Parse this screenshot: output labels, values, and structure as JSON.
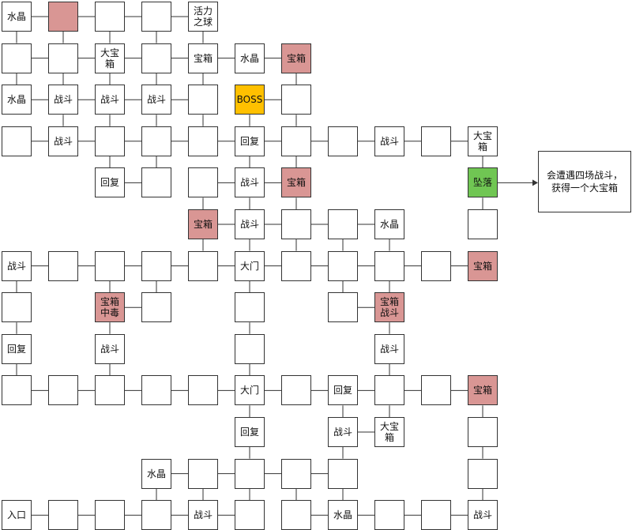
{
  "colors": {
    "chest": "#d99694",
    "boss": "#ffc000",
    "drop": "#70c653",
    "plain": "#ffffff",
    "border": "#333333"
  },
  "note": {
    "label": "会遭遇四场战斗，\n获得一个大宝箱"
  },
  "rows": [
    [
      "水晶",
      "",
      "",
      "",
      "活力\n之球",
      null,
      null,
      null,
      null,
      null,
      null
    ],
    [
      "",
      "",
      "大宝\n箱",
      "",
      "宝箱",
      "水晶",
      "宝箱",
      null,
      null,
      null,
      null
    ],
    [
      "水晶",
      "战斗",
      "战斗",
      "战斗",
      "",
      "BOSS",
      "",
      null,
      null,
      null,
      null
    ],
    [
      "",
      "战斗",
      "",
      "",
      "",
      "回复",
      "",
      "",
      "战斗",
      "",
      "大宝\n箱"
    ],
    [
      null,
      null,
      "回复",
      "",
      "",
      "战斗",
      "宝箱",
      null,
      null,
      null,
      "坠落"
    ],
    [
      null,
      null,
      null,
      null,
      "宝箱",
      "战斗",
      "",
      "",
      "水晶",
      null,
      ""
    ],
    [
      "战斗",
      "",
      "",
      "",
      "",
      "大门",
      "",
      "",
      "",
      "",
      "宝箱"
    ],
    [
      "",
      null,
      "宝箱\n中毒",
      "",
      null,
      "",
      null,
      "",
      "宝箱\n战斗",
      null,
      null
    ],
    [
      "回复",
      null,
      "战斗",
      null,
      null,
      "",
      null,
      null,
      "战斗",
      null,
      null
    ],
    [
      "",
      "",
      "",
      "",
      "",
      "大门",
      "",
      "回复",
      "",
      "",
      "宝箱"
    ],
    [
      null,
      null,
      null,
      null,
      null,
      "回复",
      null,
      "战斗",
      "大宝\n箱",
      null,
      ""
    ],
    [
      null,
      null,
      null,
      "水晶",
      "",
      "",
      "",
      "",
      null,
      null,
      ""
    ],
    [
      "入口",
      "",
      "",
      "",
      "战斗",
      "",
      "",
      "水晶",
      "",
      "",
      "战斗"
    ]
  ],
  "styles": [
    [
      0,
      1,
      "chest"
    ],
    [
      1,
      6,
      "chest"
    ],
    [
      2,
      5,
      "boss"
    ],
    [
      4,
      6,
      "chest"
    ],
    [
      4,
      10,
      "drop"
    ],
    [
      5,
      4,
      "chest"
    ],
    [
      6,
      10,
      "chest"
    ],
    [
      7,
      2,
      "chest"
    ],
    [
      7,
      8,
      "chest"
    ],
    [
      9,
      10,
      "chest"
    ]
  ]
}
